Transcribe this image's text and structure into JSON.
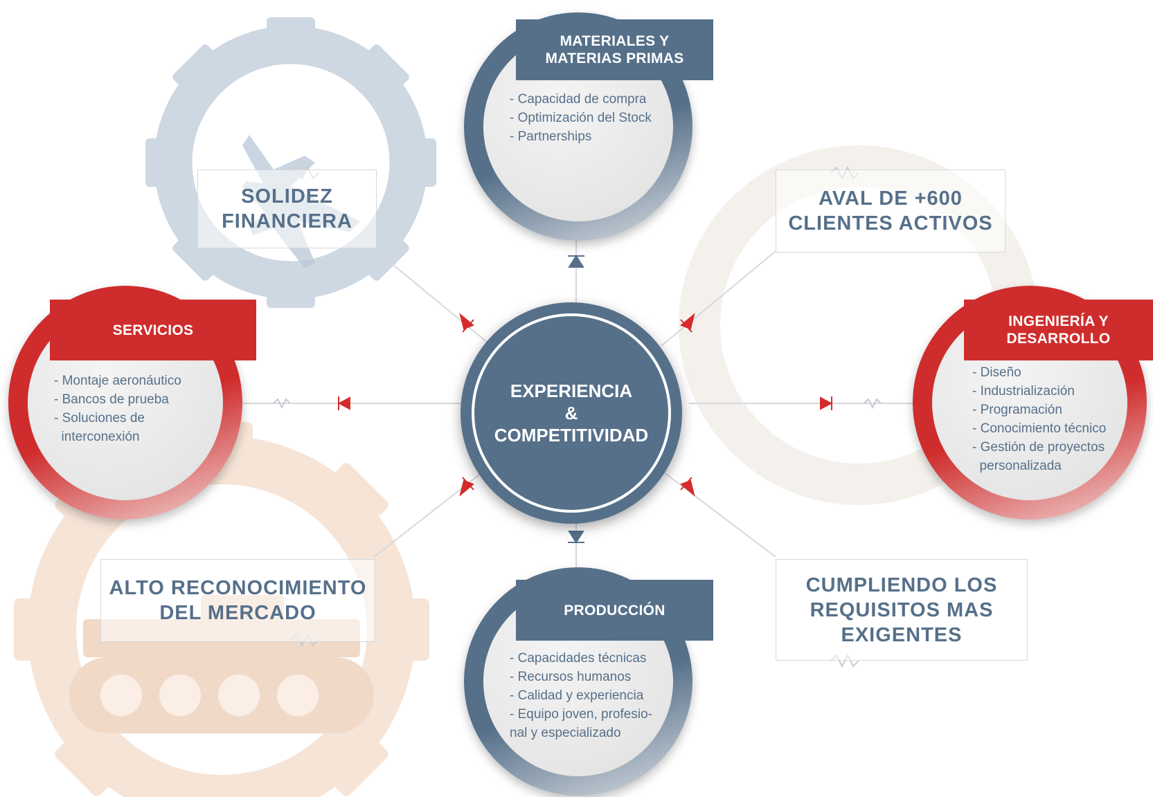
{
  "colors": {
    "blue": "#56708a",
    "red": "#cf2d2d",
    "line": "#d5d8dc",
    "gear_light": "#c9d4de",
    "gear_warm": "#f4e1d3"
  },
  "center": {
    "line1": "EXPERIENCIA",
    "line2": "&",
    "line3": "COMPETITIVIDAD"
  },
  "nodes": {
    "materiales": {
      "title": "MATERIALES Y\nMATERIAS PRIMAS",
      "items": [
        "- Capacidad de compra",
        "- Optimización del Stock",
        "- Partnerships"
      ]
    },
    "servicios": {
      "title": "SERVICIOS",
      "items": [
        "- Montaje aeronáutico",
        "- Bancos de prueba",
        "- Soluciones de",
        "  interconexión"
      ]
    },
    "ingenieria": {
      "title": "INGENIERÍA Y\nDESARROLLO",
      "items": [
        "- Diseño",
        "- Industrialización",
        "- Programación",
        "- Conocimiento técnico",
        "- Gestión de proyectos",
        "  personalizada"
      ]
    },
    "produccion": {
      "title": "PRODUCCIÓN",
      "items": [
        "- Capacidades técnicas",
        "- Recursos humanos",
        "- Calidad y experiencia",
        "- Equipo joven, profesio-",
        "nal y especializado"
      ]
    }
  },
  "labels": {
    "solidez": "SOLIDEZ\nFINANCIERA",
    "aval": "AVAL DE +600\nCLIENTES ACTIVOS",
    "alto": "ALTO RECONOCIMIENTO\nDEL MERCADO",
    "cumpliendo": "CUMPLIENDO LOS\nREQUISITOS MAS\nEXIGENTES"
  },
  "icons": {
    "background": [
      "gear-icon",
      "jet-icon",
      "tank-icon"
    ],
    "connectors": [
      "diode-icon",
      "resistor-icon"
    ]
  }
}
